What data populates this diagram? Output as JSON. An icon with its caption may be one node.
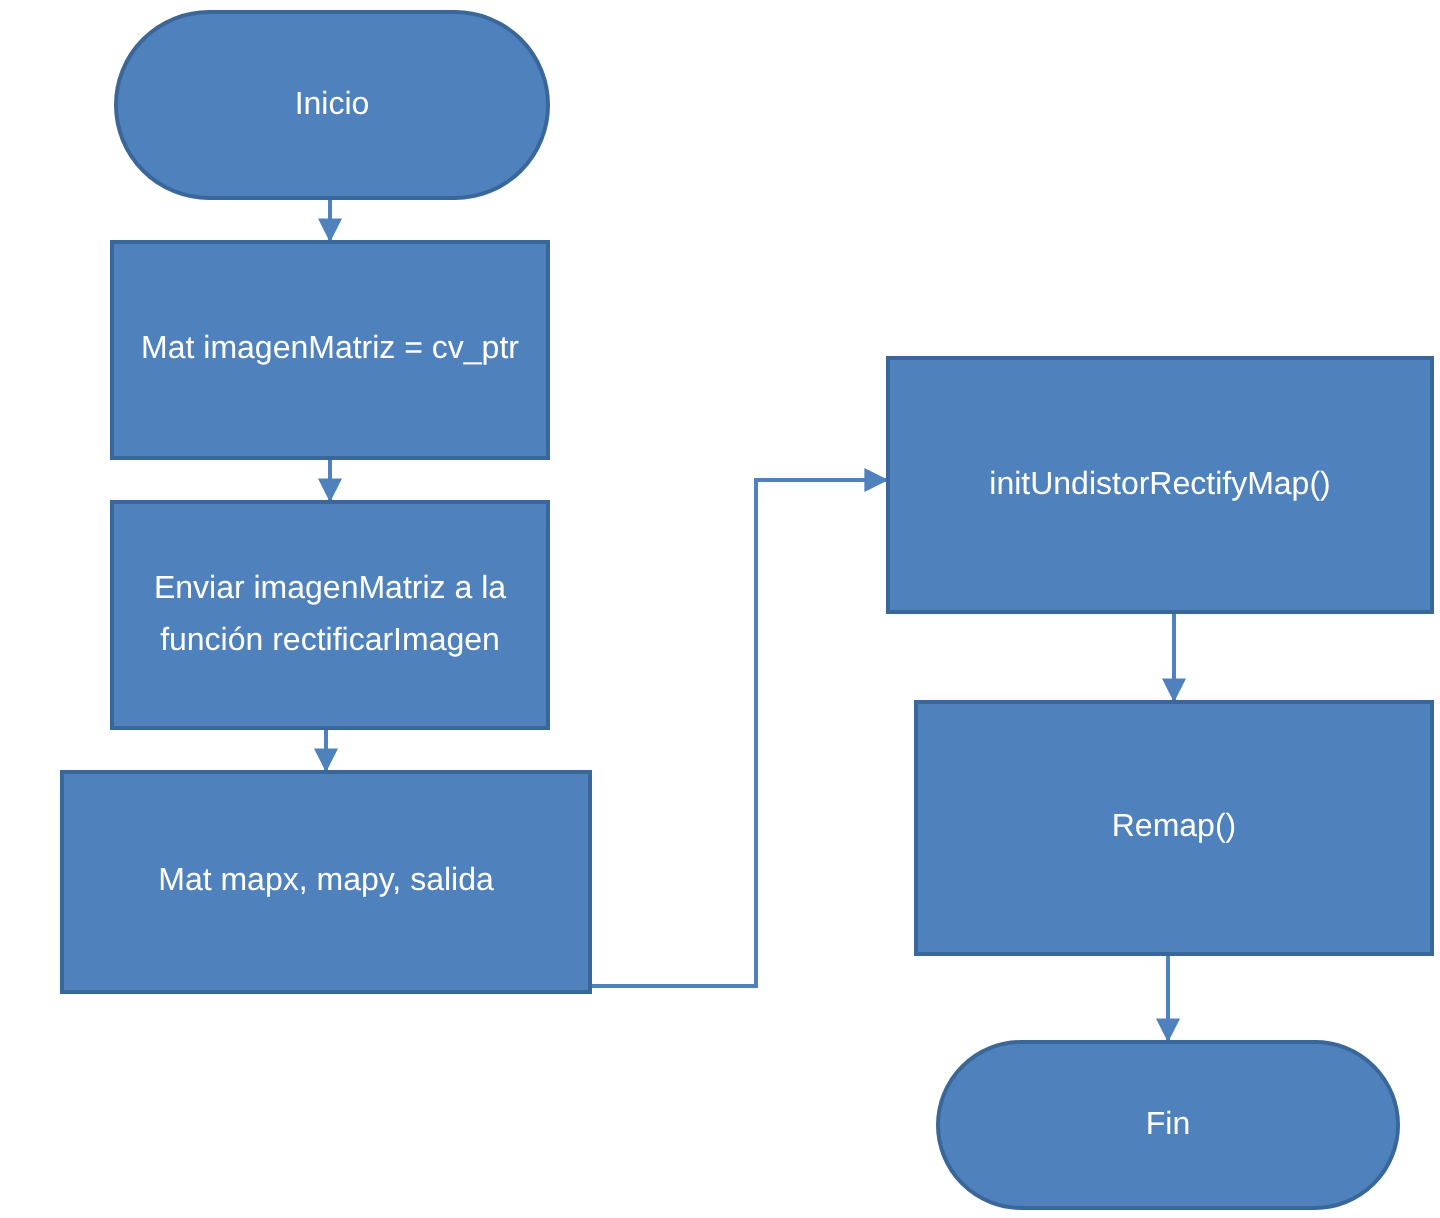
{
  "diagram": {
    "nodes": [
      {
        "text": [
          "Inicio"
        ]
      },
      {
        "text": [
          "Mat imagenMatriz = cv_ptr"
        ]
      },
      {
        "text": [
          "Enviar imagenMatriz a la función rectificarImagen"
        ]
      },
      {
        "text": [
          "Mat mapx, mapy, salida"
        ]
      },
      {
        "text": [
          "initUndistorRectifyMap()"
        ]
      },
      {
        "text": [
          "Remap()"
        ]
      },
      {
        "text": [
          "Fin"
        ]
      }
    ],
    "edges": [
      {
        "from": 0,
        "to": 1,
        "arrow": "to"
      },
      {
        "from": 1,
        "to": 2,
        "arrow": "to"
      },
      {
        "from": 2,
        "to": 3,
        "arrow": "to"
      },
      {
        "from": 3,
        "to": 4,
        "arrow": "to"
      },
      {
        "from": 4,
        "to": 5,
        "arrow": "to"
      },
      {
        "from": 5,
        "to": 6,
        "arrow": "to"
      }
    ]
  }
}
